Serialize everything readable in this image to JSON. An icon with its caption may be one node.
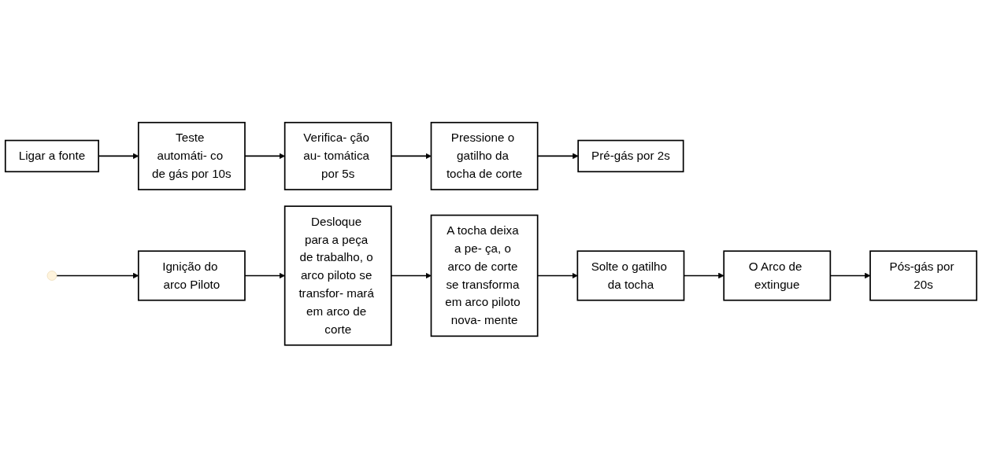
{
  "diagram": {
    "nodes": [
      {
        "text": [
          "Ligar a fonte"
        ]
      },
      {
        "text": [
          "Teste automáti- co de gás por 10s"
        ]
      },
      {
        "text": [
          "Verifica- ção au- tomática por 5s"
        ]
      },
      {
        "text": [
          "Pressione o gatilho da tocha de corte"
        ]
      },
      {
        "text": [
          "Pré-gás por 2s"
        ]
      },
      {
        "text": [
          "Ignição do arco Piloto"
        ]
      },
      {
        "text": [
          "Desloque para a peça de trabalho, o arco piloto se transfor- mará em arco de corte"
        ]
      },
      {
        "text": [
          "A tocha deixa a pe- ça, o arco de corte se transforma em arco piloto nova- mente"
        ]
      },
      {
        "text": [
          "Solte o gatilho da tocha"
        ]
      },
      {
        "text": [
          "O Arco de extingue"
        ]
      },
      {
        "text": [
          "Pós-gás por 20s"
        ]
      }
    ],
    "edges": [
      {
        "from": 0,
        "to": 1,
        "arrow": "to"
      },
      {
        "from": 1,
        "to": 2,
        "arrow": "to"
      },
      {
        "from": 2,
        "to": 3,
        "arrow": "to"
      },
      {
        "from": 3,
        "to": 4,
        "arrow": "to"
      },
      {
        "from": null,
        "to": 5,
        "arrow": "to"
      },
      {
        "from": 5,
        "to": 6,
        "arrow": "to"
      },
      {
        "from": 6,
        "to": 7,
        "arrow": "to"
      },
      {
        "from": 7,
        "to": 8,
        "arrow": "to"
      },
      {
        "from": 8,
        "to": 9,
        "arrow": "to"
      },
      {
        "from": 9,
        "to": 10,
        "arrow": "to"
      }
    ]
  }
}
